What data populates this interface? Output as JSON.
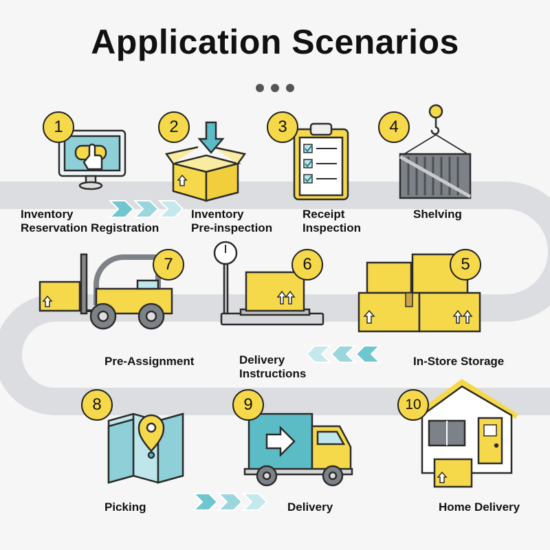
{
  "title": "Application Scenarios",
  "colors": {
    "accent_yellow": "#f6d94a",
    "teal": "#5bbcc6",
    "teal_light": "#bfe6ea",
    "path_gray": "#dcdde0",
    "outline": "#2b2b2b"
  },
  "steps": [
    {
      "number": "1",
      "lines": [
        "Inventory",
        "Reservation Registration"
      ],
      "icon": "monitor-touch-icon"
    },
    {
      "number": "2",
      "lines": [
        "Inventory",
        "Pre-inspection"
      ],
      "icon": "box-download-icon"
    },
    {
      "number": "3",
      "lines": [
        "Receipt",
        "Inspection"
      ],
      "icon": "clipboard-checklist-icon"
    },
    {
      "number": "4",
      "lines": [
        "Shelving"
      ],
      "icon": "crane-container-icon"
    },
    {
      "number": "5",
      "lines": [
        "In-Store Storage"
      ],
      "icon": "stacked-boxes-icon"
    },
    {
      "number": "6",
      "lines": [
        "Delivery",
        "Instructions"
      ],
      "icon": "scale-box-icon"
    },
    {
      "number": "7",
      "lines": [
        "Pre-Assignment"
      ],
      "icon": "forklift-icon"
    },
    {
      "number": "8",
      "lines": [
        "Picking"
      ],
      "icon": "map-pin-icon"
    },
    {
      "number": "9",
      "lines": [
        "Delivery"
      ],
      "icon": "delivery-truck-icon"
    },
    {
      "number": "10",
      "lines": [
        "Home Delivery"
      ],
      "icon": "house-icon"
    }
  ]
}
